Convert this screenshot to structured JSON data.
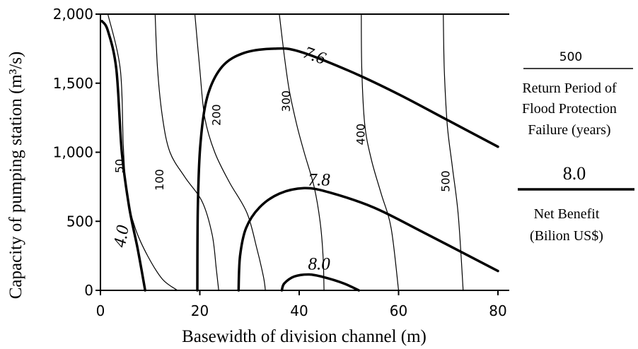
{
  "chart_data": {
    "type": "line",
    "xlabel": "Basewidth of division channel (m)",
    "ylabel": "Capacity of pumping station (m³/s)",
    "xlim": [
      0,
      80
    ],
    "ylim": [
      0,
      2000
    ],
    "x_ticks": [
      "0",
      "20",
      "40",
      "60",
      "80"
    ],
    "y_ticks": [
      "0",
      "500",
      "1,000",
      "1,500",
      "2,000"
    ],
    "grid": false,
    "legend_position": "right",
    "legend": {
      "thin_sample": "500",
      "thin_text": [
        "Return Period of",
        "Flood Protection",
        "Failure (years)"
      ],
      "thick_sample": "8.0",
      "thick_text": [
        "Net Benefit",
        "(Bilion US$)"
      ]
    },
    "series": [
      {
        "name": "50",
        "style": "thin",
        "points": [
          [
            1.5,
            2000
          ],
          [
            4,
            1600
          ],
          [
            4.6,
            1050
          ],
          [
            5.3,
            700
          ],
          [
            7,
            450
          ],
          [
            9.5,
            250
          ],
          [
            12.5,
            80
          ],
          [
            15.5,
            0
          ]
        ]
      },
      {
        "name": "100",
        "style": "thin",
        "points": [
          [
            11,
            2000
          ],
          [
            11.5,
            1600
          ],
          [
            12.5,
            1250
          ],
          [
            14,
            1000
          ],
          [
            17,
            820
          ],
          [
            20.5,
            640
          ],
          [
            22.5,
            400
          ],
          [
            23.3,
            160
          ],
          [
            23.8,
            0
          ]
        ]
      },
      {
        "name": "200",
        "style": "thin",
        "points": [
          [
            19,
            2000
          ],
          [
            20,
            1600
          ],
          [
            21,
            1250
          ],
          [
            23,
            1000
          ],
          [
            26,
            780
          ],
          [
            29.5,
            560
          ],
          [
            31.5,
            300
          ],
          [
            32.8,
            100
          ],
          [
            33.2,
            0
          ]
        ]
      },
      {
        "name": "300",
        "style": "thin",
        "points": [
          [
            36,
            2000
          ],
          [
            37,
            1700
          ],
          [
            38,
            1450
          ],
          [
            39.5,
            1200
          ],
          [
            41,
            1000
          ],
          [
            43,
            750
          ],
          [
            44.2,
            500
          ],
          [
            44.8,
            250
          ],
          [
            45,
            0
          ]
        ]
      },
      {
        "name": "400",
        "style": "thin",
        "points": [
          [
            52.5,
            2000
          ],
          [
            52.6,
            1600
          ],
          [
            53.2,
            1200
          ],
          [
            54.5,
            950
          ],
          [
            56.5,
            700
          ],
          [
            58.5,
            450
          ],
          [
            60,
            0
          ]
        ]
      },
      {
        "name": "500",
        "style": "thin",
        "points": [
          [
            69,
            2000
          ],
          [
            69.2,
            1600
          ],
          [
            69.8,
            1200
          ],
          [
            70.8,
            900
          ],
          [
            72,
            550
          ],
          [
            73,
            0
          ]
        ]
      },
      {
        "name": "4.0",
        "style": "thick",
        "points": [
          [
            0.3,
            1950
          ],
          [
            1.5,
            1880
          ],
          [
            3.2,
            1600
          ],
          [
            4.3,
            1000
          ],
          [
            5.8,
            600
          ],
          [
            7.5,
            300
          ],
          [
            9,
            0
          ]
        ]
      },
      {
        "name": "7.6",
        "style": "thick",
        "points": [
          [
            19.5,
            0
          ],
          [
            19.6,
            600
          ],
          [
            20.1,
            1050
          ],
          [
            21.5,
            1400
          ],
          [
            24.5,
            1620
          ],
          [
            29,
            1720
          ],
          [
            35,
            1750
          ],
          [
            40,
            1730
          ],
          [
            50,
            1590
          ],
          [
            60,
            1420
          ],
          [
            70,
            1230
          ],
          [
            80,
            1040
          ]
        ]
      },
      {
        "name": "7.8",
        "style": "thick",
        "points": [
          [
            27.8,
            0
          ],
          [
            28.1,
            250
          ],
          [
            29.3,
            450
          ],
          [
            32,
            600
          ],
          [
            36,
            700
          ],
          [
            41,
            740
          ],
          [
            46,
            710
          ],
          [
            55,
            600
          ],
          [
            65,
            420
          ],
          [
            80,
            140
          ]
        ]
      },
      {
        "name": "8.0",
        "style": "thick",
        "points": [
          [
            36.5,
            0
          ],
          [
            37,
            50
          ],
          [
            39,
            100
          ],
          [
            42,
            115
          ],
          [
            45,
            95
          ],
          [
            49,
            50
          ],
          [
            52,
            0
          ]
        ]
      }
    ],
    "annotations": [
      {
        "series": "50",
        "text": "50"
      },
      {
        "series": "100",
        "text": "100"
      },
      {
        "series": "200",
        "text": "200"
      },
      {
        "series": "300",
        "text": "300"
      },
      {
        "series": "400",
        "text": "400"
      },
      {
        "series": "500",
        "text": "500"
      },
      {
        "series": "4.0",
        "text": "4.0"
      },
      {
        "series": "7.6",
        "text": "7.6"
      },
      {
        "series": "7.8",
        "text": "7.8"
      },
      {
        "series": "8.0",
        "text": "8.0"
      }
    ]
  }
}
